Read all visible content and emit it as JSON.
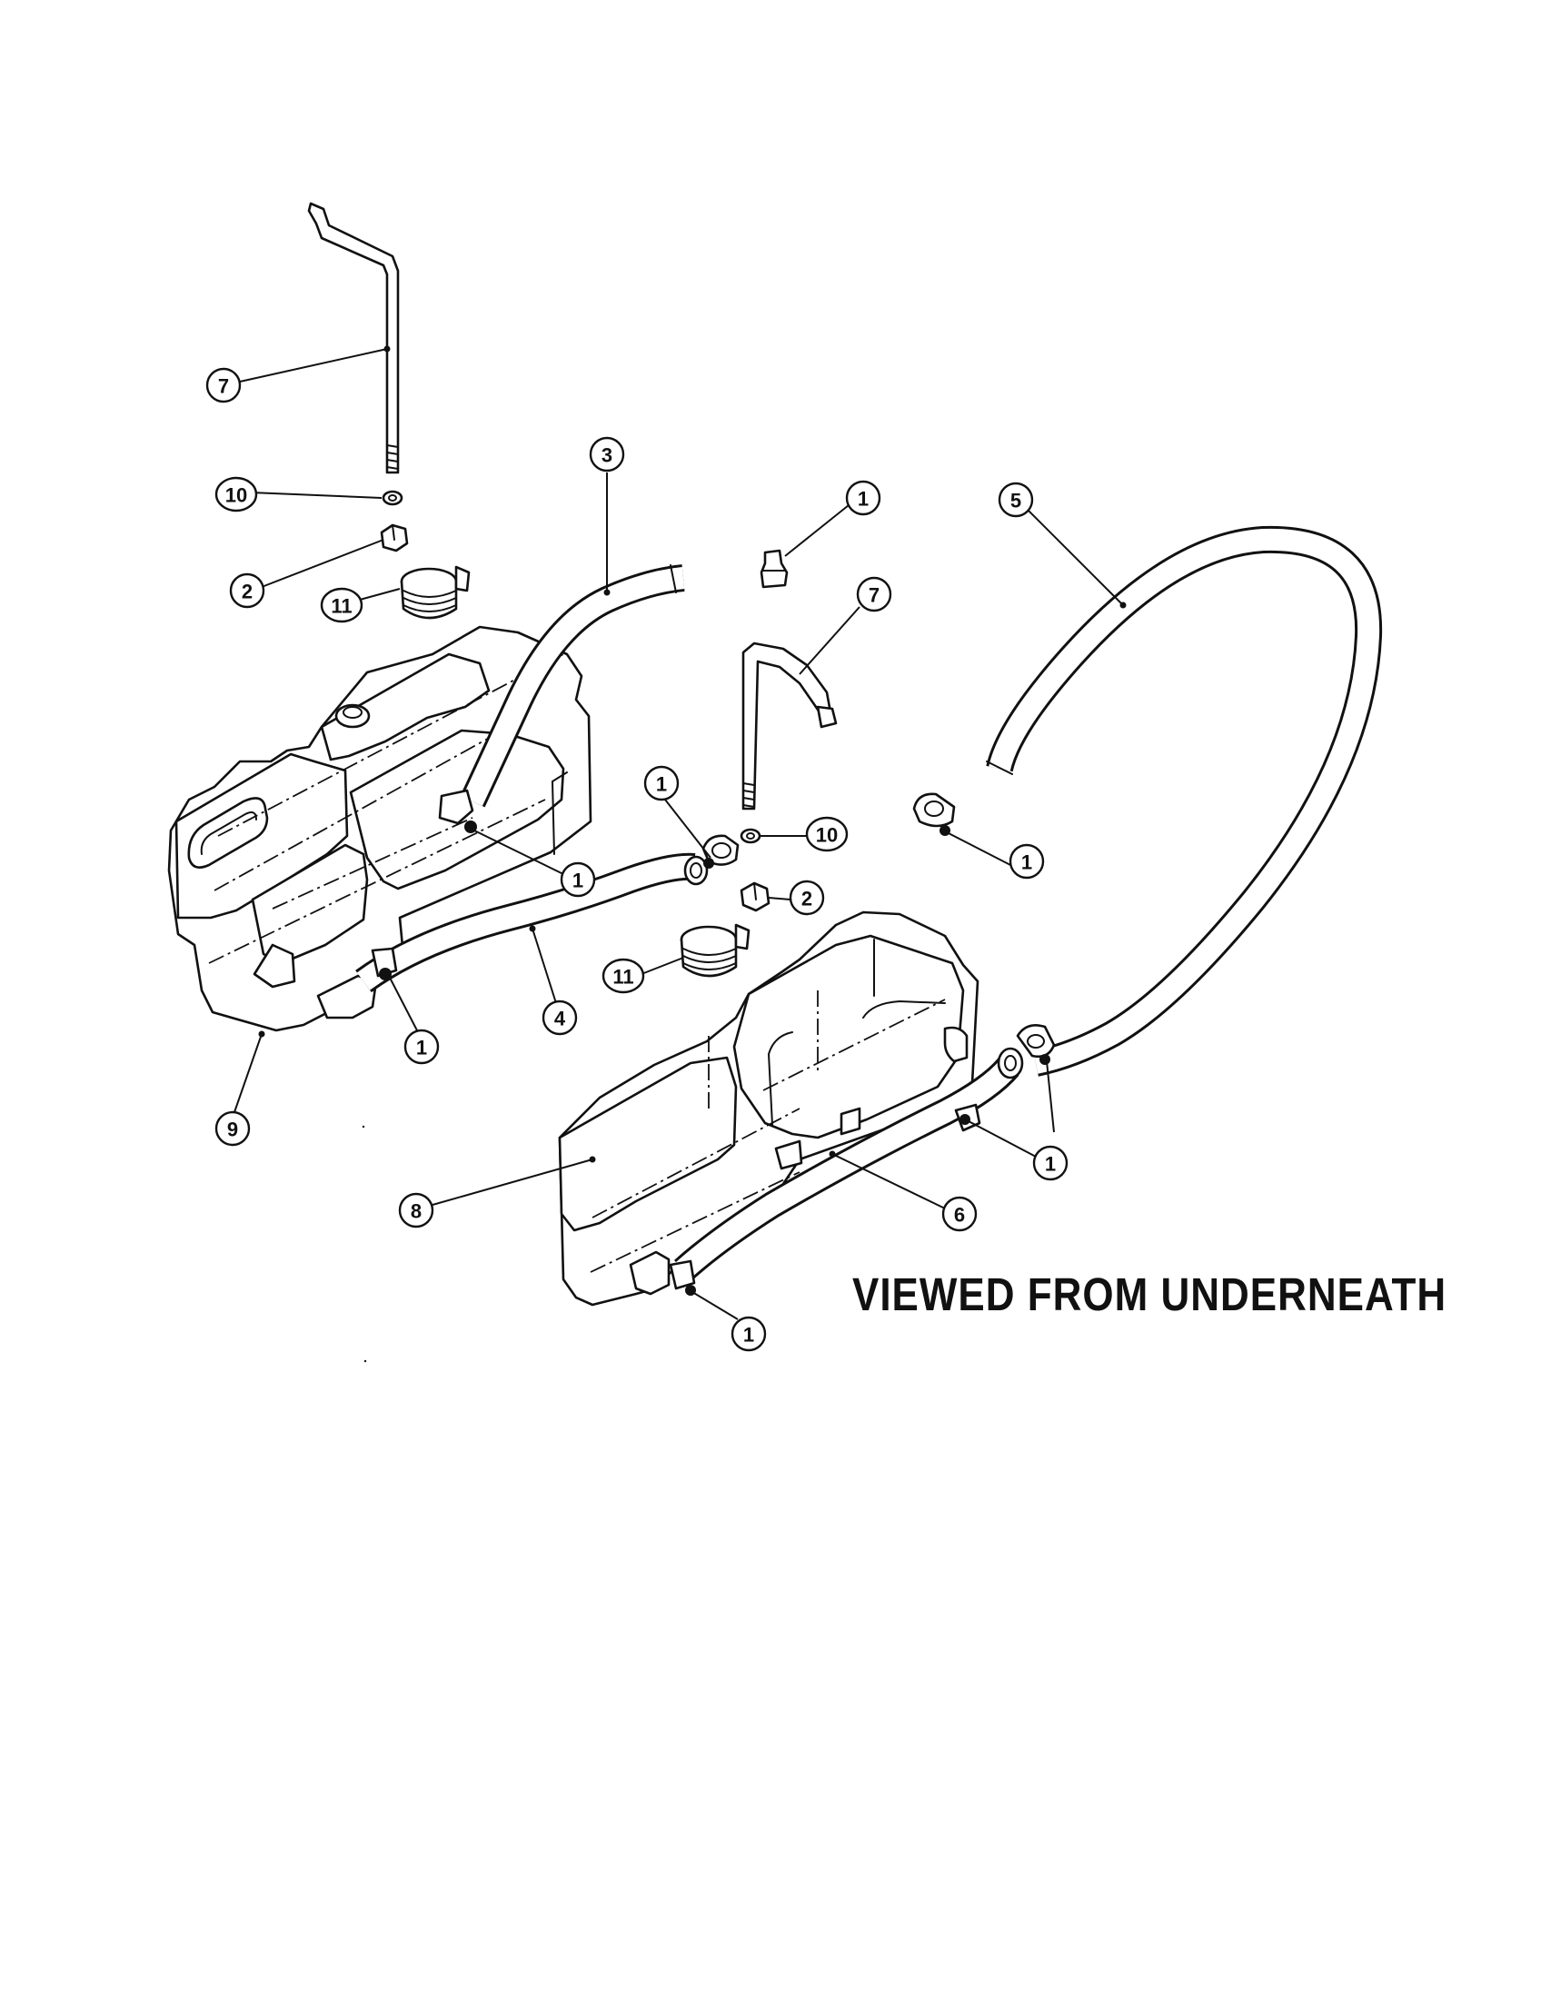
{
  "caption": "VIEWED FROM UNDERNEATH",
  "callouts": {
    "c7_top": "7",
    "c10_top": "10",
    "c2_top": "2",
    "c11_top": "11",
    "c3": "3",
    "c1_tank9_fill": "1",
    "c4": "4",
    "c1_tank9_bottom": "1",
    "c9": "9",
    "c1_fitting": "1",
    "c7_right": "7",
    "c1_clamp_mid": "1",
    "c10_right": "10",
    "c2_right": "2",
    "c11_right": "11",
    "c5": "5",
    "c1_clamp_right": "1",
    "c1_hose_right": "1",
    "c6": "6",
    "c8": "8",
    "c1_tank8_bottom": "1"
  }
}
